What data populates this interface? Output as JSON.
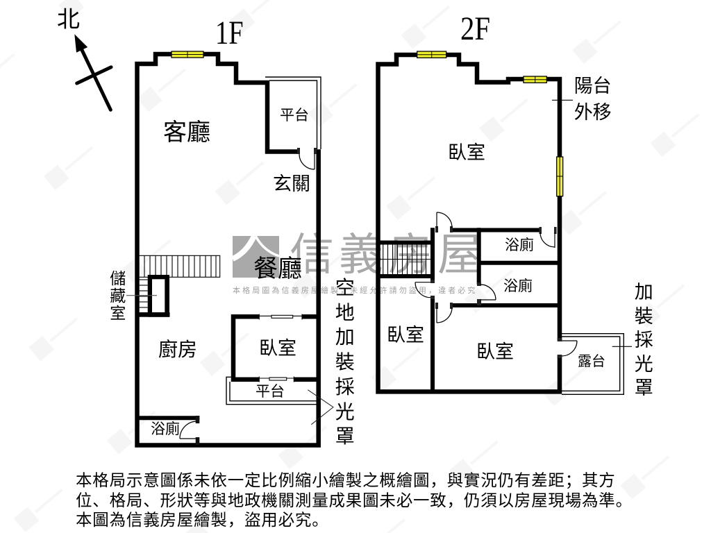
{
  "compass": {
    "north_label": "北"
  },
  "floor_1f": {
    "title": "1F",
    "rooms": {
      "living_room": "客廳",
      "platform_top": "平台",
      "entrance": "玄關",
      "dining_room": "餐廳",
      "storage_room": "儲藏室",
      "kitchen": "廚房",
      "bedroom": "臥室",
      "platform_bottom": "平台",
      "bathroom": "浴廁"
    },
    "annotations": {
      "skylight": "空地加裝採光罩"
    }
  },
  "floor_2f": {
    "title": "2F",
    "rooms": {
      "bedroom_north": "臥室",
      "bathroom_upper": "浴廁",
      "bathroom_lower": "浴廁",
      "bedroom_small": "臥室",
      "bedroom_south": "臥室",
      "terrace": "露台"
    },
    "annotations": {
      "balcony_moved": "陽台外移",
      "skylight": "加裝採光罩"
    }
  },
  "watermark": {
    "brand": "信義房屋",
    "notice": "本格局圖為信義房屋繪製，未經允許請勿盜用，違者必究"
  },
  "disclaimer": {
    "lines": [
      "本格局示意圖係未依一定比例縮小繪製之概繪圖，與實況仍有差距；其方",
      "位、格局、形狀等與地政機關測量成果圖未必一致，仍須以房屋現場為準。",
      "本圖為信義房屋繪製，盜用必究。"
    ]
  },
  "colors": {
    "background": "#ffffff",
    "wall": "#000000",
    "window_fill": "#eded2a",
    "watermark_gray": "#a8a8a8"
  }
}
